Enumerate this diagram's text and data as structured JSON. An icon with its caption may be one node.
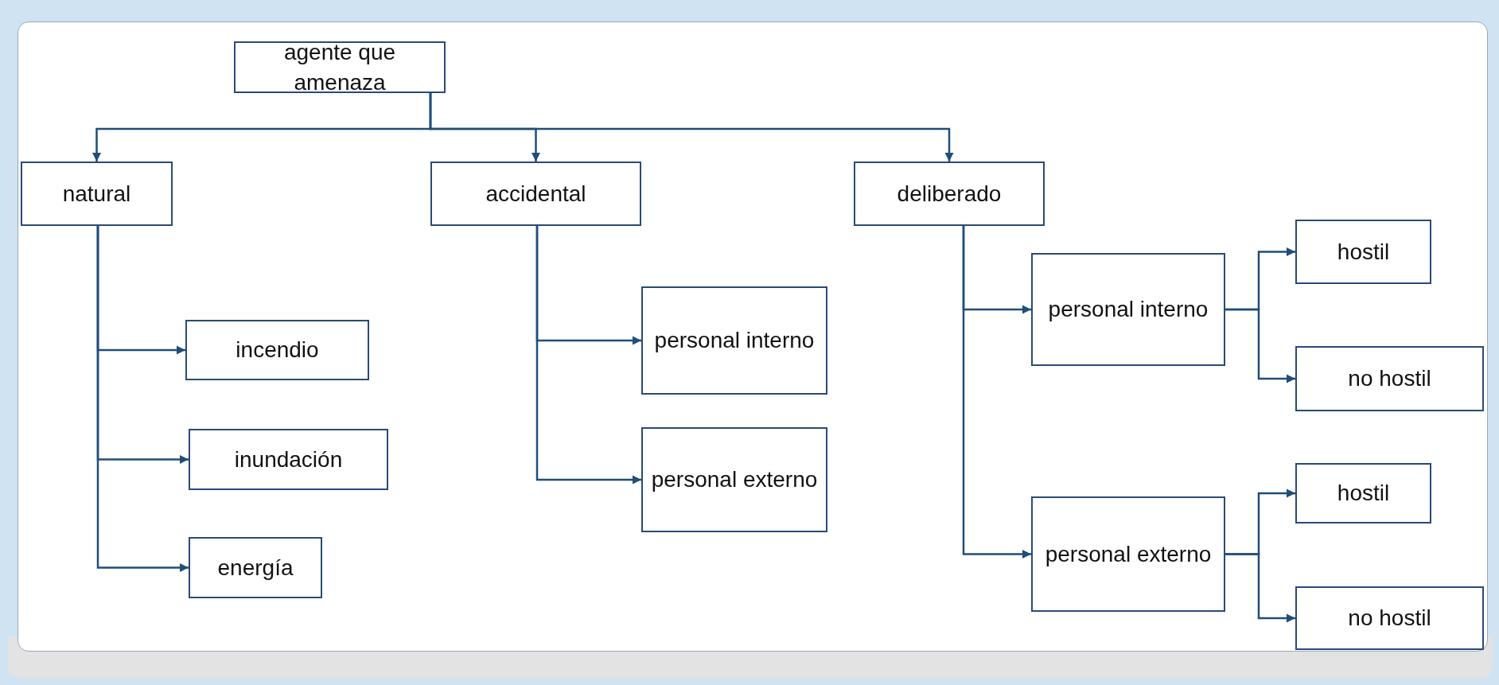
{
  "diagram": {
    "nodes": [
      {
        "text": [
          "agente que amenaza"
        ]
      },
      {
        "text": [
          "natural"
        ]
      },
      {
        "text": [
          "accidental"
        ]
      },
      {
        "text": [
          "deliberado"
        ]
      },
      {
        "text": [
          "incendio"
        ]
      },
      {
        "text": [
          "inundación"
        ]
      },
      {
        "text": [
          "energía"
        ]
      },
      {
        "text": [
          "personal interno"
        ]
      },
      {
        "text": [
          "personal externo"
        ]
      },
      {
        "text": [
          "personal interno"
        ]
      },
      {
        "text": [
          "hostil"
        ]
      },
      {
        "text": [
          "no hostil"
        ]
      },
      {
        "text": [
          "personal externo"
        ]
      },
      {
        "text": [
          "hostil"
        ]
      },
      {
        "text": [
          "no hostil"
        ]
      }
    ],
    "edges": [
      {
        "from": 0,
        "to": 1,
        "arrow": "to"
      },
      {
        "from": 0,
        "to": 2,
        "arrow": "to"
      },
      {
        "from": 0,
        "to": 3,
        "arrow": "to"
      },
      {
        "from": 1,
        "to": 4,
        "arrow": "to"
      },
      {
        "from": 1,
        "to": 5,
        "arrow": "to"
      },
      {
        "from": 1,
        "to": 6,
        "arrow": "to"
      },
      {
        "from": 2,
        "to": 7,
        "arrow": "to"
      },
      {
        "from": 2,
        "to": 8,
        "arrow": "to"
      },
      {
        "from": 3,
        "to": 9,
        "arrow": "to"
      },
      {
        "from": 3,
        "to": 12,
        "arrow": "to"
      },
      {
        "from": 9,
        "to": 10,
        "arrow": "to"
      },
      {
        "from": 9,
        "to": 11,
        "arrow": "to"
      },
      {
        "from": 12,
        "to": 13,
        "arrow": "to"
      },
      {
        "from": 12,
        "to": 14,
        "arrow": "to"
      }
    ]
  }
}
